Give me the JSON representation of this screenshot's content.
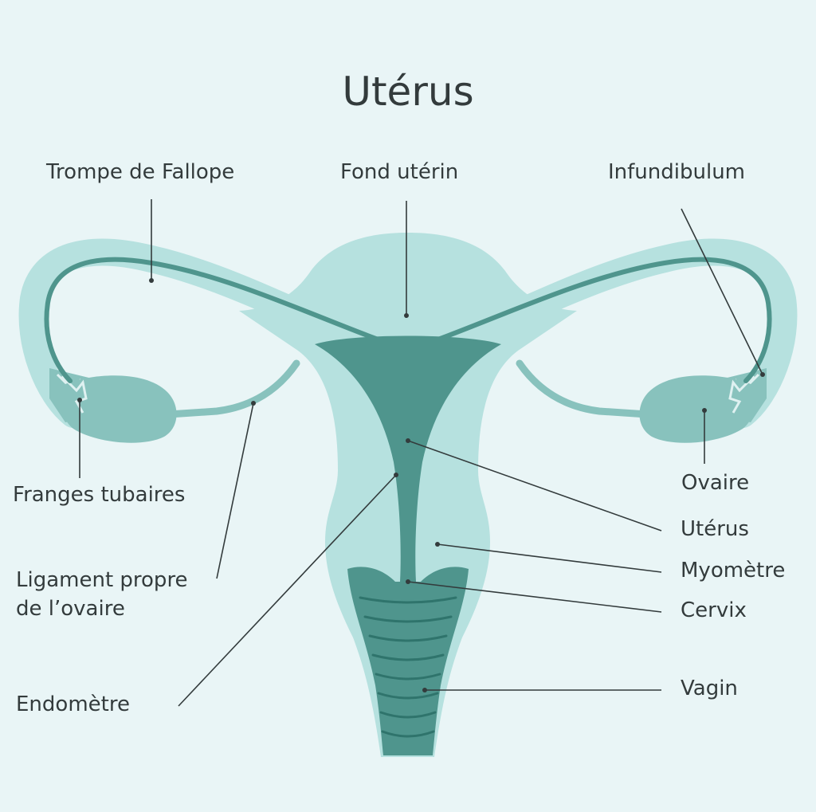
{
  "title": "Utérus",
  "colors": {
    "background": "#e9f5f6",
    "light": "#b6e1df",
    "medium": "#88c2bd",
    "dark": "#4f958d",
    "ring": "#dff1f1",
    "text": "#333b3c"
  },
  "labels": {
    "fallopian_tube": "Trompe de Fallope",
    "fundus": "Fond utérin",
    "infundibulum": "Infundibulum",
    "fimbriae": "Franges tubaires",
    "ovary": "Ovaire",
    "uterus": "Utérus",
    "myometrium": "Myomètre",
    "cervix": "Cervix",
    "ovarian_ligament_line1": "Ligament propre",
    "ovarian_ligament_line2": "de l’ovaire",
    "endometrium": "Endomètre",
    "vagina": "Vagin"
  }
}
